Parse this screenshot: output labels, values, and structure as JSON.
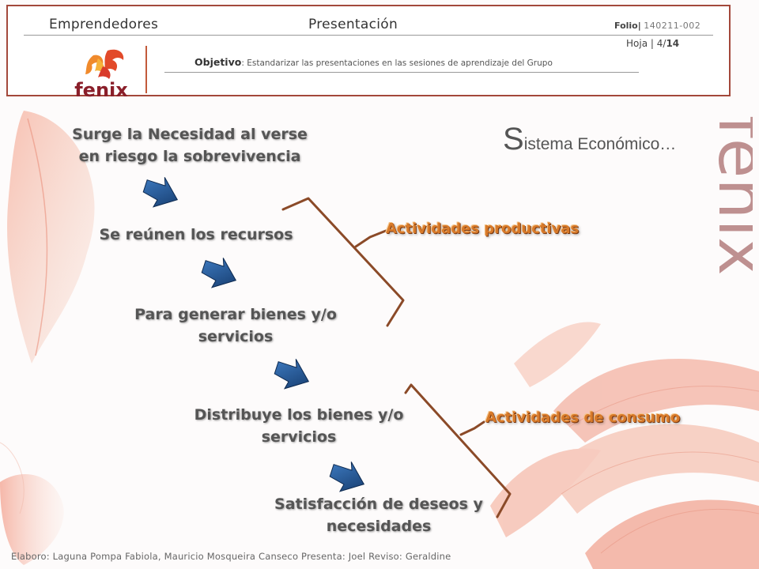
{
  "header": {
    "left_label": "Emprendedores",
    "center_label": "Presentación",
    "folio_label": "Folio",
    "folio_separator": "|",
    "folio_number": "140211-002",
    "hoja_label": "Hoja",
    "hoja_separator": "|",
    "hoja_current": "4",
    "hoja_slash": "/",
    "hoja_total": "14",
    "objetivo_label": "Objetivo",
    "objetivo_text": ": Estandarizar las presentaciones en las sesiones de aprendizaje del Grupo",
    "logo_text": "fenix"
  },
  "watermark_text": "fenix",
  "title": {
    "first_letter": "S",
    "rest": "istema Económico…"
  },
  "steps": [
    {
      "line1": "Surge la Necesidad al verse",
      "line2": "en riesgo la sobrevivencia"
    },
    {
      "line1": "Se reúnen los recursos",
      "line2": ""
    },
    {
      "line1": "Para generar  bienes y/o",
      "line2": "servicios"
    },
    {
      "line1": "Distribuye los  bienes y/o",
      "line2": "servicios"
    },
    {
      "line1": "Satisfacción de deseos y",
      "line2": "necesidades"
    }
  ],
  "activities": {
    "productive": "Actividades productivas",
    "consumption": "Actividades de consumo"
  },
  "footer": "Elaboro: Laguna Pompa Fabiola, Mauricio Mosqueira Canseco  Presenta: Joel  Reviso: Geraldine",
  "colors": {
    "frame": "#a3483b",
    "bracket": "#8b4a28",
    "activity_text": "#d87a2a",
    "arrow": "#1f4e8c",
    "feather": "#f2a898"
  }
}
